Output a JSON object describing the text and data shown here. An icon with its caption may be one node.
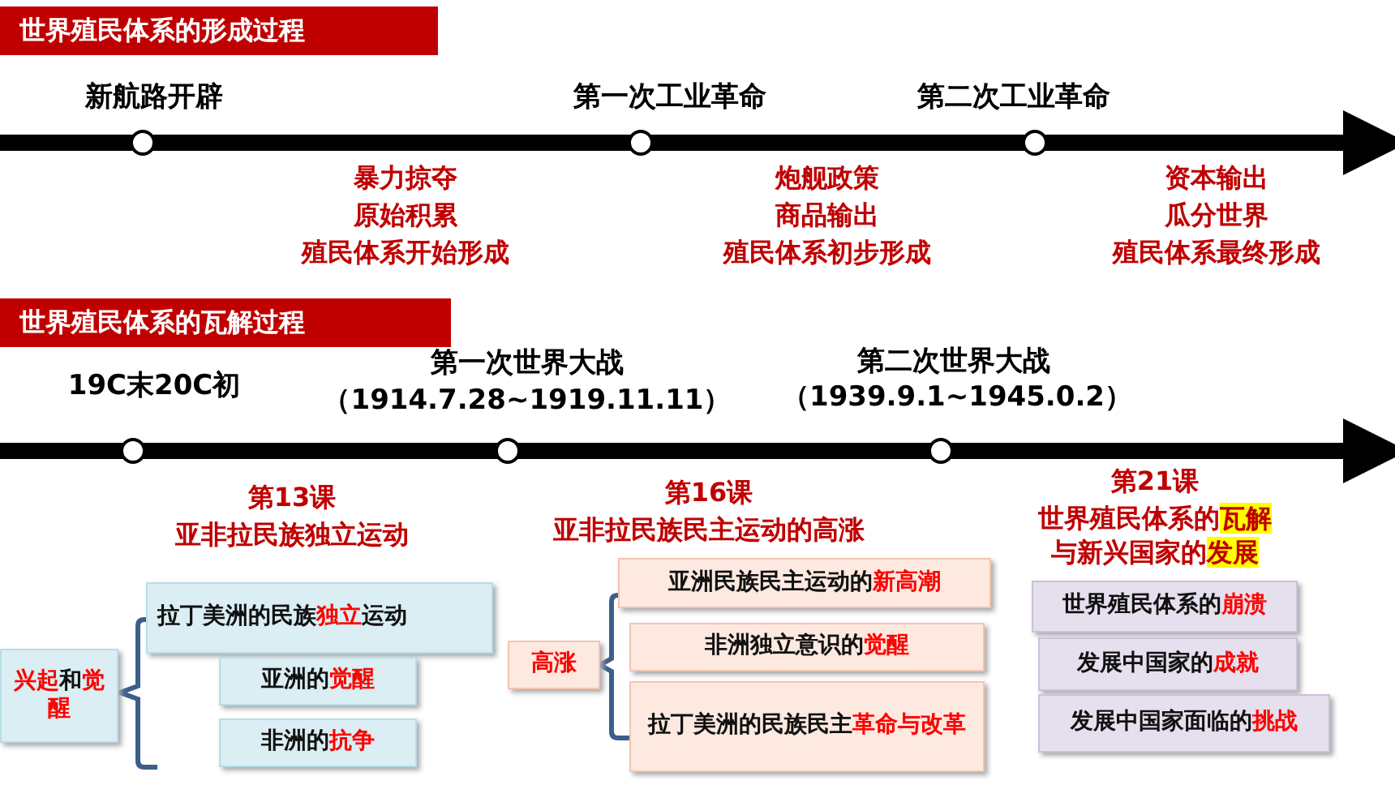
{
  "diagram": {
    "nodes": [
      {
        "text": [
          "世界殖民体系的形成过程"
        ]
      },
      {
        "text": [
          "世界殖民体系的瓦解过程"
        ]
      },
      {
        "text": [
          "**兴起**和**觉醒**"
        ]
      },
      {
        "text": [
          "拉丁美洲的民族**独立**运动"
        ]
      },
      {
        "text": [
          "亚洲的**觉醒**"
        ]
      },
      {
        "text": [
          "非洲的**抗争**"
        ]
      },
      {
        "text": [
          "**高涨**"
        ]
      },
      {
        "text": [
          "亚洲民族民主运动的**新高潮**"
        ]
      },
      {
        "text": [
          "非洲独立意识的**觉醒**"
        ]
      },
      {
        "text": [
          "拉丁美洲的民族民主**革命与改革**"
        ]
      },
      {
        "text": [
          "世界殖民体系的**崩溃**"
        ]
      },
      {
        "text": [
          "发展中国家的**成就**"
        ]
      },
      {
        "text": [
          "发展中国家面临的**挑战**"
        ]
      }
    ],
    "labels": [
      "新航路开辟",
      "第一次工业革命",
      "第二次工业革命",
      "暴力掠夺",
      "原始积累",
      "殖民体系开始形成",
      "炮舰政策",
      "商品输出",
      "殖民体系初步形成",
      "资本输出",
      "瓜分世界",
      "殖民体系最终形成",
      "19C末20C初",
      "第一次世界大战",
      "（1914.7.28~1919.11.11）",
      "第二次世界大战",
      "（1939.9.1~1945.0.2）",
      "第13课",
      "亚非拉民族独立运动",
      "第16课",
      "亚非拉民族民主运动的高涨",
      "第21课",
      "世界殖民体系的**瓦解**与新兴国家的**发展**"
    ]
  }
}
